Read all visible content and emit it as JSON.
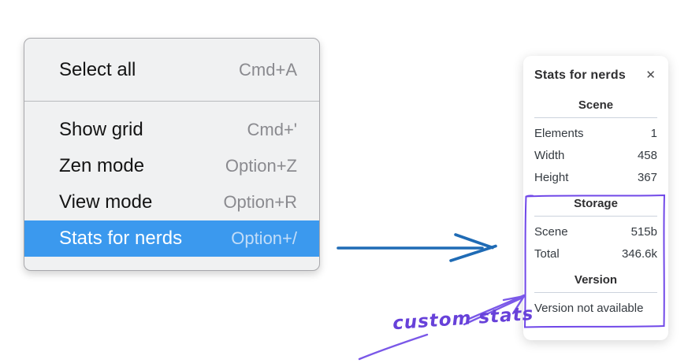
{
  "context_menu": {
    "items": [
      {
        "label": "Select all",
        "shortcut": "Cmd+A",
        "group": 1,
        "selected": false
      },
      {
        "label": "Show grid",
        "shortcut": "Cmd+'",
        "group": 2,
        "selected": false
      },
      {
        "label": "Zen mode",
        "shortcut": "Option+Z",
        "group": 2,
        "selected": false
      },
      {
        "label": "View mode",
        "shortcut": "Option+R",
        "group": 2,
        "selected": false
      },
      {
        "label": "Stats for nerds",
        "shortcut": "Option+/",
        "group": 2,
        "selected": true
      }
    ],
    "highlight_color": "#3b99ee"
  },
  "stats_panel": {
    "title": "Stats for nerds",
    "close_glyph": "✕",
    "sections": [
      {
        "heading": "Scene",
        "rows": [
          {
            "label": "Elements",
            "value": "1"
          },
          {
            "label": "Width",
            "value": "458"
          },
          {
            "label": "Height",
            "value": "367"
          }
        ]
      },
      {
        "heading": "Storage",
        "rows": [
          {
            "label": "Scene",
            "value": "515b"
          },
          {
            "label": "Total",
            "value": "346.6k"
          }
        ]
      },
      {
        "heading": "Version",
        "rows": [],
        "note": "Version not available"
      }
    ]
  },
  "annotations": {
    "custom_stats_label": "custom stats",
    "annotation_text_color": "#6741d9",
    "highlight_box_color": "#7048e8",
    "purple_arrow_color": "#7a58e8",
    "blue_arrow_color": "#1f6bb5"
  }
}
